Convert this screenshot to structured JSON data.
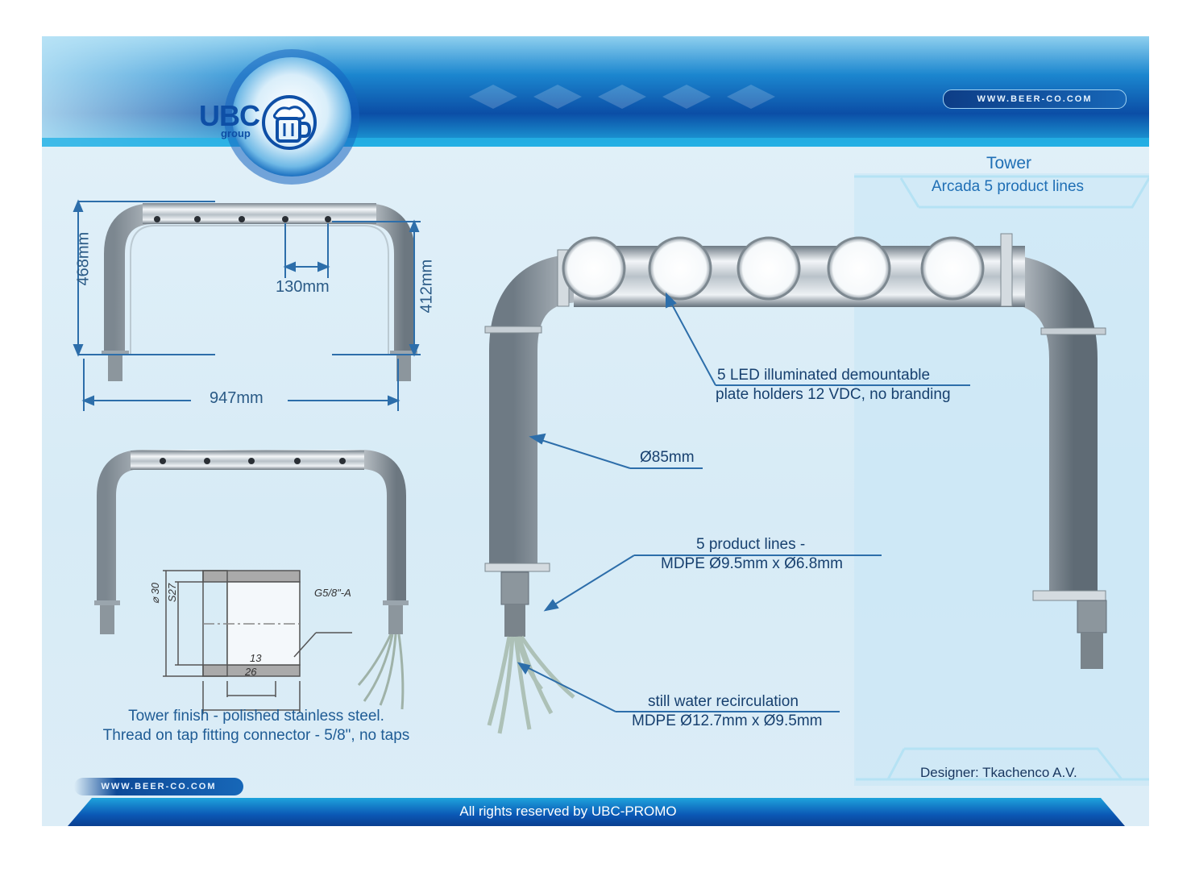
{
  "header": {
    "logo_text": "UBC",
    "logo_subtext": "group",
    "website": "WWW.BEER-CO.COM"
  },
  "title": {
    "line1": "Tower",
    "line2": "Arcada 5 product lines"
  },
  "dimensions": {
    "height_total": "468mm",
    "height_inner": "412mm",
    "width_total": "947mm",
    "spacing": "130mm"
  },
  "fitting_drawing": {
    "outer_diameter": "⌀ 30",
    "inner_size": "S27",
    "thread": "G5/8\"-A",
    "width_inner": "13",
    "width_total": "26"
  },
  "callouts": {
    "led_line1": "5 LED illuminated demountable",
    "led_line2": "plate holders 12 VDC, no branding",
    "diameter": "Ø85mm",
    "product_lines_1": "5 product lines -",
    "product_lines_2": "MDPE Ø9.5mm  x  Ø6.8mm",
    "water_1": "still water recirculation",
    "water_2": "MDPE Ø12.7mm  x  Ø9.5mm"
  },
  "finish": {
    "line1": "Tower finish - polished stainless steel.",
    "line2": "Thread on tap fitting connector - 5/8\", no taps"
  },
  "footer": {
    "website": "WWW.BEER-CO.COM",
    "designer": "Designer: Tkachenco A.V.",
    "rights": "All rights reserved by UBC-PROMO"
  },
  "colors": {
    "header_blue": "#0b4ea6",
    "accent_cyan": "#1ea3dc",
    "text_blue": "#1f6fb5",
    "callout_line": "#2d6eaa"
  }
}
